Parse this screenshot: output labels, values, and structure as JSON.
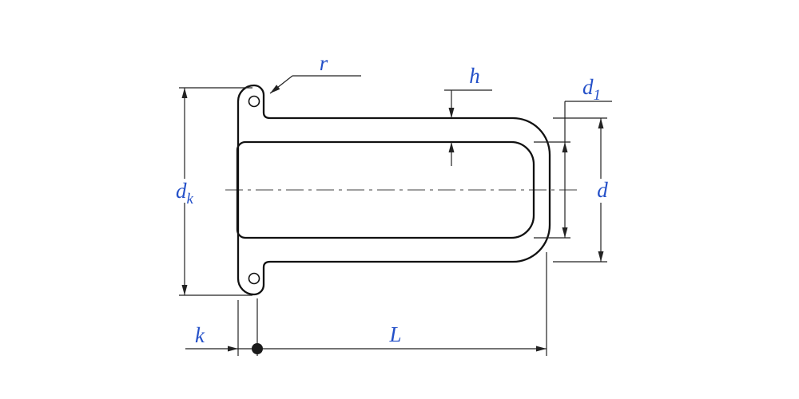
{
  "labels": {
    "radius": "r",
    "wall_thickness": "h",
    "inner_diameter_main": "d",
    "inner_diameter_sub": "1",
    "outer_diameter": "d",
    "head_diameter_main": "d",
    "head_diameter_sub": "k",
    "head_thickness": "k",
    "length": "L"
  },
  "colors": {
    "label_blue": "#2450c8",
    "object_line": "#111111",
    "dimension_line": "#222222",
    "centerline": "#666666",
    "background": "#ffffff"
  }
}
